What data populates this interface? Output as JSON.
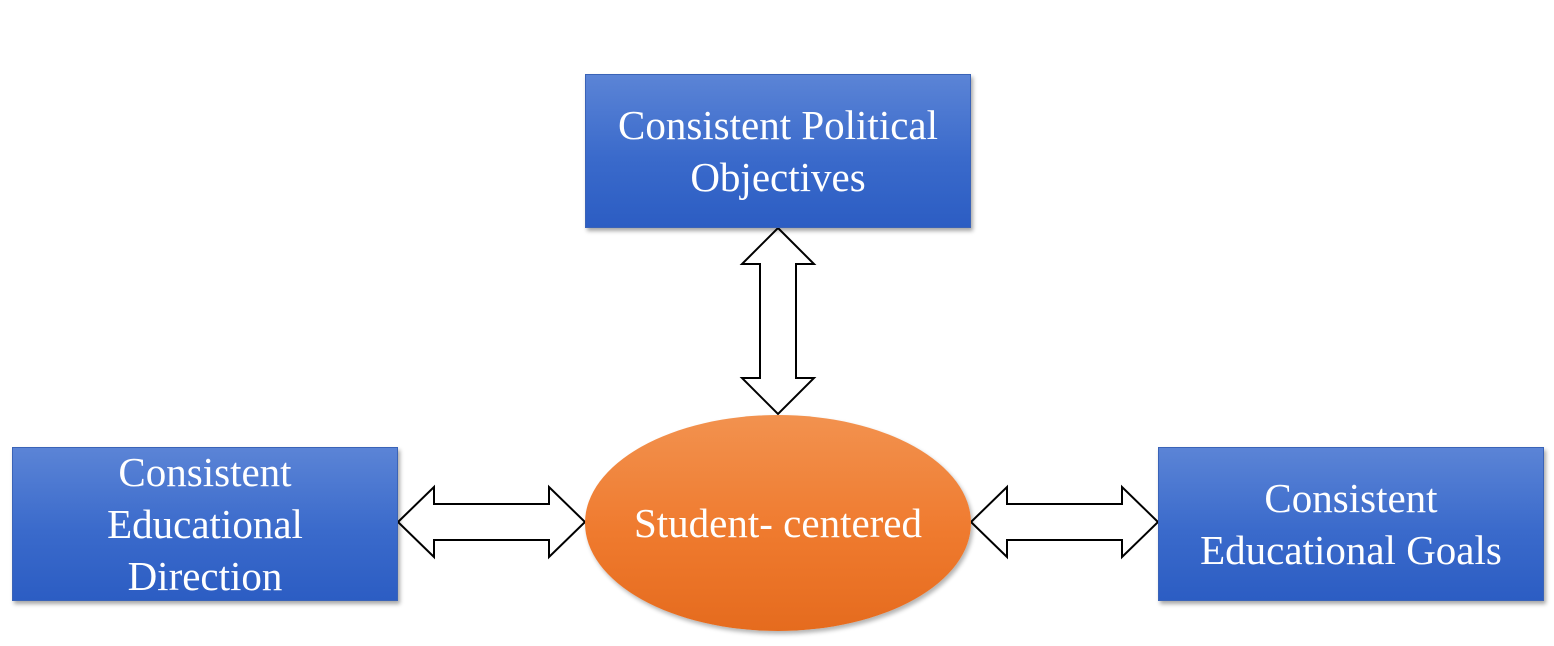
{
  "nodes": {
    "top": {
      "lines": [
        "Consistent Political",
        "Objectives"
      ]
    },
    "left": {
      "lines": [
        "Consistent",
        "Educational",
        "Direction"
      ]
    },
    "right": {
      "lines": [
        "Consistent",
        "Educational Goals"
      ]
    },
    "center": {
      "lines": [
        "Student-",
        "centered"
      ]
    }
  },
  "colors": {
    "box_fill": "#3a6acb",
    "ellipse_fill": "#ef7a2e",
    "arrow_fill": "#ffffff",
    "arrow_stroke": "#000000",
    "text": "#ffffff"
  },
  "connectors": [
    {
      "from": "center",
      "to": "top",
      "type": "double-arrow"
    },
    {
      "from": "center",
      "to": "left",
      "type": "double-arrow"
    },
    {
      "from": "center",
      "to": "right",
      "type": "double-arrow"
    }
  ]
}
